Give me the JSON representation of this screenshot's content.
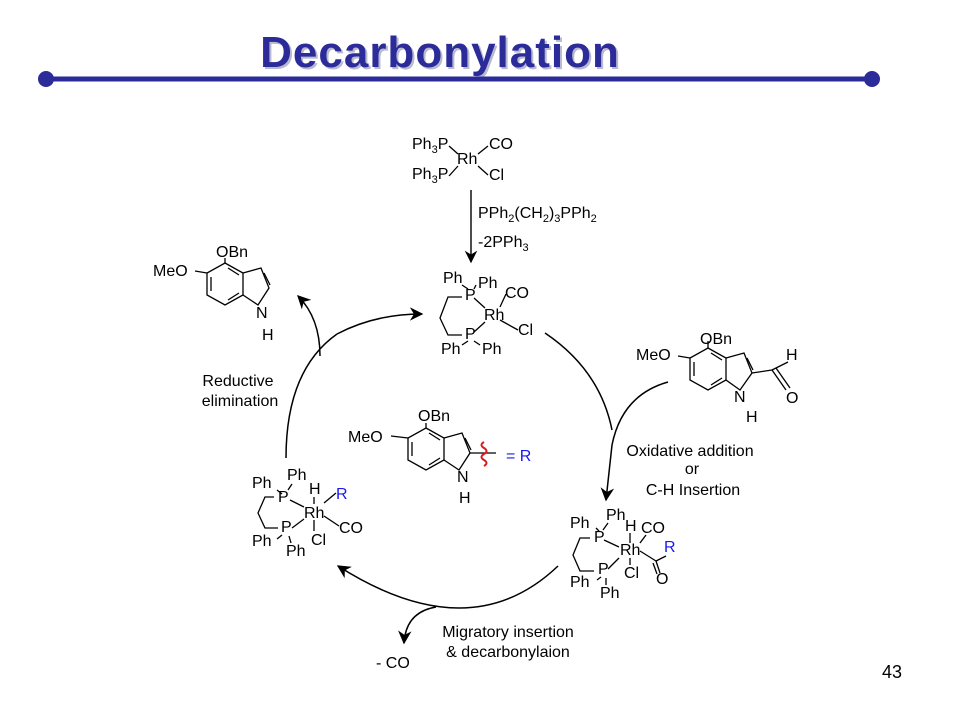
{
  "slide": {
    "title": "Decarbonylation",
    "page_number": "43",
    "title_color": "#2b2b9a",
    "rule_color": "#2b2b9a",
    "r_color": "#1a1aee",
    "bond_break_color": "#d42020"
  },
  "precatalyst": {
    "ligand_top": "Ph",
    "ligand_top_sub": "3",
    "p_top": "P",
    "ligand_bottom": "Ph",
    "ligand_bottom_sub": "3",
    "p_bottom": "P",
    "metal": "Rh",
    "co": "CO",
    "cl": "Cl"
  },
  "activation": {
    "reagent": "PPh2(CH2)3PPh2",
    "byproduct": "-2PPh3"
  },
  "complex_a": {
    "ph1": "Ph",
    "ph2": "Ph",
    "p1": "P",
    "metal": "Rh",
    "co": "CO",
    "cl": "Cl",
    "p2": "P",
    "ph3": "Ph",
    "ph4": "Ph"
  },
  "aldehyde": {
    "obn": "OBn",
    "meo": "MeO",
    "h_ald": "H",
    "o_ald": "O",
    "n": "N",
    "nh": "H"
  },
  "product": {
    "obn": "OBn",
    "meo": "MeO",
    "n": "N",
    "nh": "H"
  },
  "r_definition": {
    "obn": "OBn",
    "meo": "MeO",
    "n": "N",
    "nh": "H",
    "equals_r": "= R"
  },
  "complex_b": {
    "ph1": "Ph",
    "ph2": "Ph",
    "p1": "P",
    "h": "H",
    "metal": "Rh",
    "co": "CO",
    "r": "R",
    "p2": "P",
    "cl": "Cl",
    "ph3": "Ph",
    "ph4": "Ph",
    "acyl_o": "O"
  },
  "complex_c": {
    "ph1": "Ph",
    "ph2": "Ph",
    "p1": "P",
    "h": "H",
    "r": "R",
    "metal": "Rh",
    "co": "CO",
    "p2": "P",
    "cl": "Cl",
    "ph3": "Ph",
    "ph4": "Ph"
  },
  "steps": {
    "oxidative_line1": "Oxidative addition",
    "oxidative_line2": "or",
    "oxidative_line3": "C-H Insertion",
    "migratory_line1": "Migratory insertion",
    "migratory_line2": "& decarbonylaion",
    "co_loss": "- CO",
    "reductive_line1": "Reductive",
    "reductive_line2": "elimination"
  }
}
